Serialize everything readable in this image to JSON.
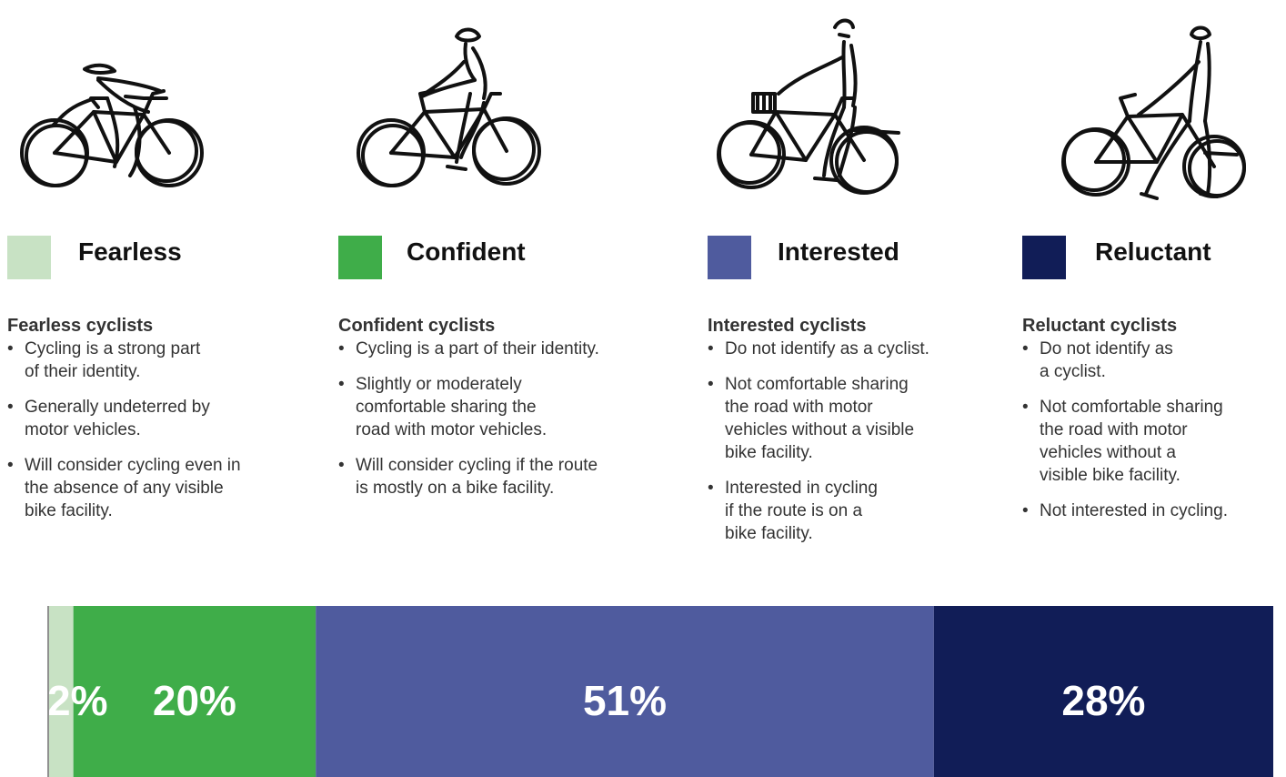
{
  "categories": [
    {
      "key": "fearless",
      "title": "Fearless",
      "color": "#c8e2c4",
      "desc_title": "Fearless cyclists",
      "bullets": [
        "Cycling is a strong part\nof their identity.",
        "Generally undeterred by\nmotor vehicles.",
        "Will consider cycling even in\nthe absence of any visible\nbike facility."
      ]
    },
    {
      "key": "confident",
      "title": "Confident",
      "color": "#3fad49",
      "desc_title": "Confident cyclists",
      "bullets": [
        "Cycling is a part of their identity.",
        "Slightly or moderately\ncomfortable sharing the\nroad with motor vehicles.",
        "Will consider cycling if the route\nis mostly on a bike facility."
      ]
    },
    {
      "key": "interested",
      "title": "Interested",
      "color": "#4f5b9e",
      "desc_title": "Interested cyclists",
      "bullets": [
        "Do not identify as a cyclist.",
        "Not comfortable sharing\nthe road with motor\nvehicles without a visible\nbike facility.",
        "Interested in cycling\nif the route is on a\nbike facility."
      ]
    },
    {
      "key": "reluctant",
      "title": "Reluctant",
      "color": "#111d57",
      "desc_title": "Reluctant cyclists",
      "bullets": [
        "Do not identify as\na cyclist.",
        "Not comfortable sharing\nthe road with motor\nvehicles without a\nvisible bike facility.",
        "Not interested in cycling."
      ]
    }
  ],
  "icons": [
    "cyclist-racing-icon",
    "cyclist-upright-icon",
    "cyclist-basket-icon",
    "person-walking-bike-icon"
  ],
  "chart_data": {
    "type": "bar",
    "orientation": "horizontal-stacked",
    "categories": [
      "Fearless",
      "Confident",
      "Interested",
      "Reluctant"
    ],
    "values": [
      2,
      20,
      51,
      28
    ],
    "labels": [
      "2%",
      "20%",
      "51%",
      "28%"
    ],
    "colors": [
      "#c8e2c4",
      "#3fad49",
      "#4f5b9e",
      "#111d57"
    ],
    "unit": "%",
    "title": "",
    "xlabel": "",
    "ylabel": ""
  }
}
